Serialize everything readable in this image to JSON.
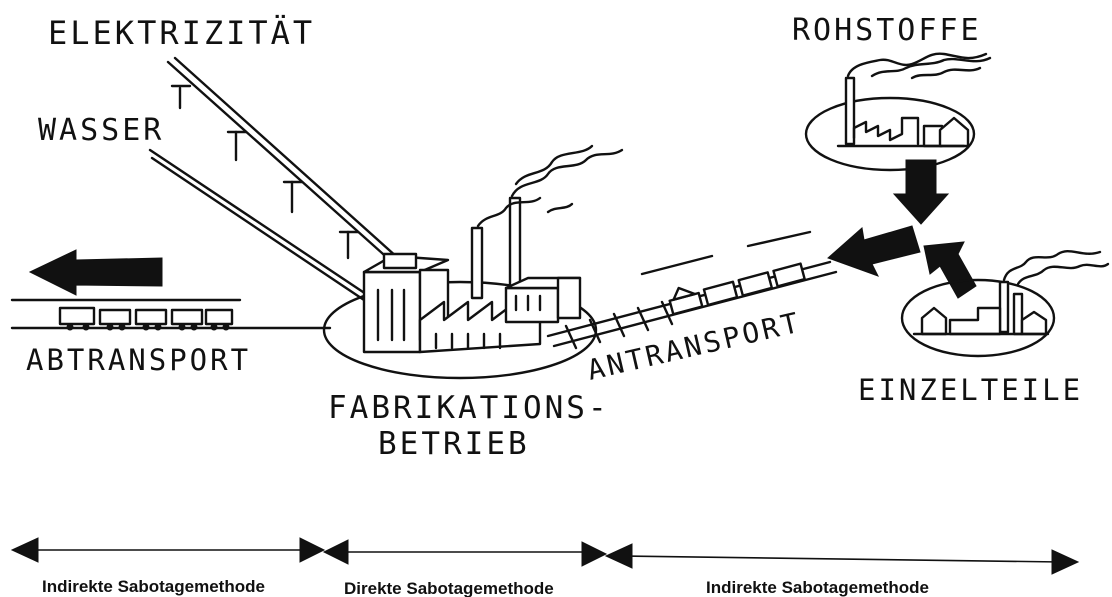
{
  "labels": {
    "elektrizitat": "ELEKTRIZITÄT",
    "wasser": "WASSER",
    "rohstoffe": "ROHSTOFFE",
    "abtransport": "ABTRANSPORT",
    "antransport": "ANTRANSPORT",
    "einzelteile": "EINZELTEILE",
    "fabrikations_line1": "FABRIKATIONS-",
    "fabrikations_line2": "BETRIEB"
  },
  "scale": {
    "left": "Indirekte Sabotagemethode",
    "middle": "Direkte Sabotagemethode",
    "right": "Indirekte Sabotagemethode"
  },
  "colors": {
    "ink": "#111111",
    "paper": "#ffffff"
  },
  "icons": [
    "big-arrow-icon",
    "factory-icon",
    "train-icon",
    "power-line-icon",
    "smoke-icon",
    "double-arrow-icon"
  ]
}
